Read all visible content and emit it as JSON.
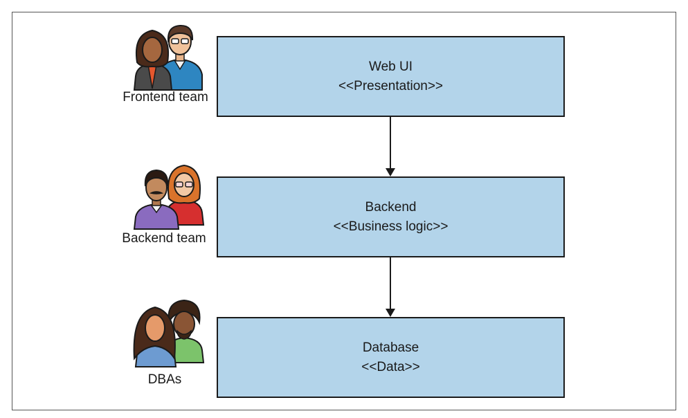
{
  "layers": [
    {
      "name": "Web UI",
      "stereotype": "<<Presentation>>"
    },
    {
      "name": "Backend",
      "stereotype": "<<Business logic>>"
    },
    {
      "name": "Database",
      "stereotype": "<<Data>>"
    }
  ],
  "teams": [
    {
      "label": "Frontend team",
      "icon": "frontend-team-icon"
    },
    {
      "label": "Backend team",
      "icon": "backend-team-icon"
    },
    {
      "label": "DBAs",
      "icon": "dba-team-icon"
    }
  ],
  "colors": {
    "box_fill": "#b3d4ea",
    "box_stroke": "#1a1a1a",
    "arrow": "#1a1a1a"
  }
}
